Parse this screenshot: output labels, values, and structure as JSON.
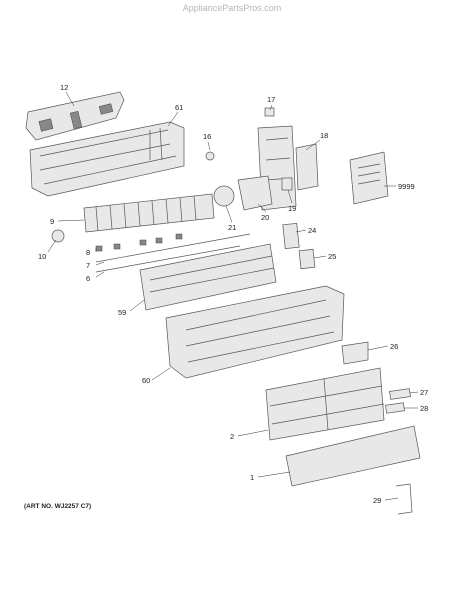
{
  "watermark": "AppliancePartsPros.com",
  "art_number": "(ART NO. WJ2257 C7)",
  "callouts": {
    "p12": "12",
    "p61": "61",
    "p16": "16",
    "p17": "17",
    "p18": "18",
    "p9999": "9999",
    "p9": "9",
    "p21": "21",
    "p20": "20",
    "p19": "19",
    "p8": "8",
    "p7": "7",
    "p6": "6",
    "p10": "10",
    "p24": "24",
    "p25": "25",
    "p59": "59",
    "p26": "26",
    "p60": "60",
    "p27": "27",
    "p28": "28",
    "p2": "2",
    "p1": "1",
    "p29": "29"
  }
}
